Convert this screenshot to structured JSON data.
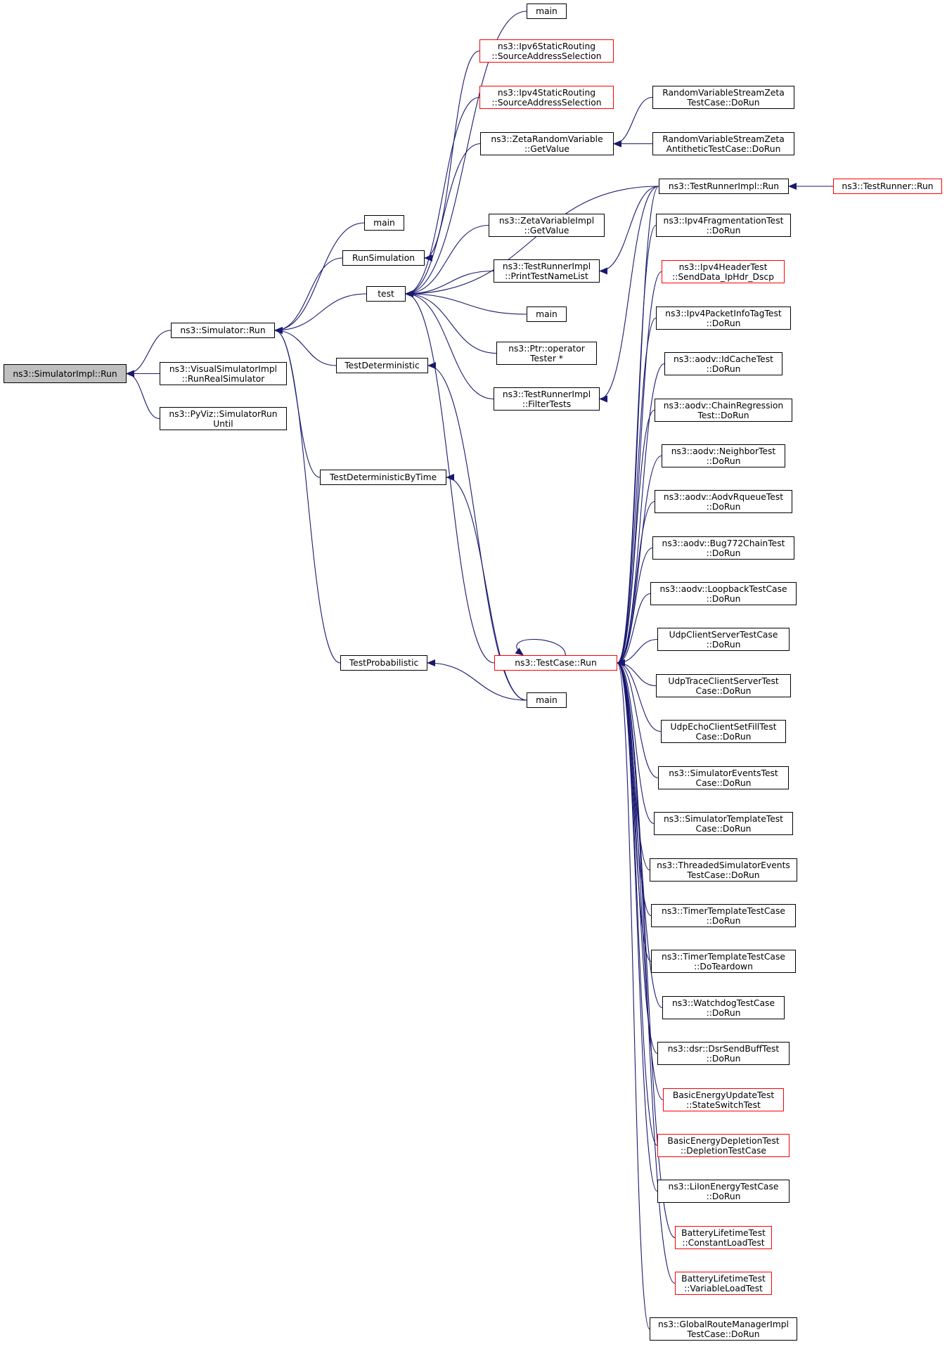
{
  "diagram": {
    "colors": {
      "edge": "#191970",
      "node_border": "#000000",
      "node_border_external": "#ff0000",
      "root_fill": "#bfbfbf",
      "text": "#000000"
    },
    "nodes": [
      {
        "id": "root",
        "l1": "ns3::SimulatorImpl::Run",
        "l2": "",
        "root": true
      },
      {
        "id": "sim_run",
        "l1": "ns3::Simulator::Run",
        "l2": ""
      },
      {
        "id": "visual",
        "l1": "ns3::VisualSimulatorImpl",
        "l2": "::RunRealSimulator"
      },
      {
        "id": "pyviz",
        "l1": "ns3::PyViz::SimulatorRun",
        "l2": "Until"
      },
      {
        "id": "main1",
        "l1": "main",
        "l2": ""
      },
      {
        "id": "runsim",
        "l1": "RunSimulation",
        "l2": ""
      },
      {
        "id": "test",
        "l1": "test",
        "l2": ""
      },
      {
        "id": "testdet",
        "l1": "TestDeterministic",
        "l2": ""
      },
      {
        "id": "testdetbt",
        "l1": "TestDeterministicByTime",
        "l2": ""
      },
      {
        "id": "testprob",
        "l1": "TestProbabilistic",
        "l2": ""
      },
      {
        "id": "main_top",
        "l1": "main",
        "l2": ""
      },
      {
        "id": "ipv6sas",
        "l1": "ns3::Ipv6StaticRouting",
        "l2": "::SourceAddressSelection",
        "red": true
      },
      {
        "id": "ipv4sas",
        "l1": "ns3::Ipv4StaticRouting",
        "l2": "::SourceAddressSelection",
        "red": true
      },
      {
        "id": "zetarv",
        "l1": "ns3::ZetaRandomVariable",
        "l2": "::GetValue"
      },
      {
        "id": "zetavi",
        "l1": "ns3::ZetaVariableImpl",
        "l2": "::GetValue"
      },
      {
        "id": "trprint",
        "l1": "ns3::TestRunnerImpl",
        "l2": "::PrintTestNameList"
      },
      {
        "id": "main_mid",
        "l1": "main",
        "l2": ""
      },
      {
        "id": "ptr",
        "l1": "ns3::Ptr::operator",
        "l2": "Tester *"
      },
      {
        "id": "trfilter",
        "l1": "ns3::TestRunnerImpl",
        "l2": "::FilterTests"
      },
      {
        "id": "tcrun",
        "l1": "ns3::TestCase::Run",
        "l2": "",
        "red": true
      },
      {
        "id": "main_bot",
        "l1": "main",
        "l2": ""
      },
      {
        "id": "rvszeta",
        "l1": "RandomVariableStreamZeta",
        "l2": "TestCase::DoRun"
      },
      {
        "id": "rvszetaanti",
        "l1": "RandomVariableStreamZeta",
        "l2": "AntitheticTestCase::DoRun"
      },
      {
        "id": "trirun",
        "l1": "ns3::TestRunnerImpl::Run",
        "l2": ""
      },
      {
        "id": "trun",
        "l1": "ns3::TestRunner::Run",
        "l2": "",
        "red": true
      },
      {
        "id": "r1",
        "l1": "ns3::Ipv4FragmentationTest",
        "l2": "::DoRun"
      },
      {
        "id": "r2",
        "l1": "ns3::Ipv4HeaderTest",
        "l2": "::SendData_IpHdr_Dscp",
        "red": true
      },
      {
        "id": "r3",
        "l1": "ns3::Ipv4PacketInfoTagTest",
        "l2": "::DoRun"
      },
      {
        "id": "r4",
        "l1": "ns3::aodv::IdCacheTest",
        "l2": "::DoRun"
      },
      {
        "id": "r5",
        "l1": "ns3::aodv::ChainRegression",
        "l2": "Test::DoRun"
      },
      {
        "id": "r6",
        "l1": "ns3::aodv::NeighborTest",
        "l2": "::DoRun"
      },
      {
        "id": "r7",
        "l1": "ns3::aodv::AodvRqueueTest",
        "l2": "::DoRun"
      },
      {
        "id": "r8",
        "l1": "ns3::aodv::Bug772ChainTest",
        "l2": "::DoRun"
      },
      {
        "id": "r9",
        "l1": "ns3::aodv::LoopbackTestCase",
        "l2": "::DoRun"
      },
      {
        "id": "r10",
        "l1": "UdpClientServerTestCase",
        "l2": "::DoRun"
      },
      {
        "id": "r11",
        "l1": "UdpTraceClientServerTest",
        "l2": "Case::DoRun"
      },
      {
        "id": "r12",
        "l1": "UdpEchoClientSetFillTest",
        "l2": "Case::DoRun"
      },
      {
        "id": "r13",
        "l1": "ns3::SimulatorEventsTest",
        "l2": "Case::DoRun"
      },
      {
        "id": "r14",
        "l1": "ns3::SimulatorTemplateTest",
        "l2": "Case::DoRun"
      },
      {
        "id": "r15",
        "l1": "ns3::ThreadedSimulatorEvents",
        "l2": "TestCase::DoRun"
      },
      {
        "id": "r16",
        "l1": "ns3::TimerTemplateTestCase",
        "l2": "::DoRun"
      },
      {
        "id": "r17",
        "l1": "ns3::TimerTemplateTestCase",
        "l2": "::DoTeardown"
      },
      {
        "id": "r18",
        "l1": "ns3::WatchdogTestCase",
        "l2": "::DoRun"
      },
      {
        "id": "r19",
        "l1": "ns3::dsr::DsrSendBuffTest",
        "l2": "::DoRun"
      },
      {
        "id": "r20",
        "l1": "BasicEnergyUpdateTest",
        "l2": "::StateSwitchTest",
        "red": true
      },
      {
        "id": "r21",
        "l1": "BasicEnergyDepletionTest",
        "l2": "::DepletionTestCase",
        "red": true
      },
      {
        "id": "r22",
        "l1": "ns3::LiIonEnergyTestCase",
        "l2": "::DoRun"
      },
      {
        "id": "r23",
        "l1": "BatteryLifetimeTest",
        "l2": "::ConstantLoadTest",
        "red": true
      },
      {
        "id": "r24",
        "l1": "BatteryLifetimeTest",
        "l2": "::VariableLoadTest",
        "red": true
      },
      {
        "id": "r25",
        "l1": "ns3::GlobalRouteManagerImpl",
        "l2": "TestCase::DoRun"
      }
    ],
    "edges": [
      [
        "sim_run",
        "root"
      ],
      [
        "visual",
        "root"
      ],
      [
        "pyviz",
        "root"
      ],
      [
        "main1",
        "sim_run"
      ],
      [
        "runsim",
        "sim_run"
      ],
      [
        "test",
        "sim_run"
      ],
      [
        "testdet",
        "sim_run"
      ],
      [
        "testdetbt",
        "sim_run"
      ],
      [
        "testprob",
        "sim_run"
      ],
      [
        "ipv6sas",
        "runsim"
      ],
      [
        "main_top",
        "test"
      ],
      [
        "ipv4sas",
        "test"
      ],
      [
        "zetarv",
        "test"
      ],
      [
        "zetavi",
        "test"
      ],
      [
        "trprint",
        "test"
      ],
      [
        "main_mid",
        "test"
      ],
      [
        "ptr",
        "test"
      ],
      [
        "trfilter",
        "test"
      ],
      [
        "tcrun",
        "test"
      ],
      [
        "trirun",
        "test"
      ],
      [
        "main_bot",
        "testdet"
      ],
      [
        "main_bot",
        "testdetbt"
      ],
      [
        "main_bot",
        "testprob"
      ],
      [
        "rvszeta",
        "zetarv"
      ],
      [
        "rvszetaanti",
        "zetarv"
      ],
      [
        "trun",
        "trirun"
      ],
      [
        "trirun",
        "trprint"
      ],
      [
        "trirun",
        "trfilter"
      ],
      [
        "tcrun",
        "tcrun"
      ],
      [
        "trirun",
        "tcrun"
      ],
      [
        "r1",
        "tcrun"
      ],
      [
        "r2",
        "tcrun"
      ],
      [
        "r3",
        "tcrun"
      ],
      [
        "r4",
        "tcrun"
      ],
      [
        "r5",
        "tcrun"
      ],
      [
        "r6",
        "tcrun"
      ],
      [
        "r7",
        "tcrun"
      ],
      [
        "r8",
        "tcrun"
      ],
      [
        "r9",
        "tcrun"
      ],
      [
        "r10",
        "tcrun"
      ],
      [
        "r11",
        "tcrun"
      ],
      [
        "r12",
        "tcrun"
      ],
      [
        "r13",
        "tcrun"
      ],
      [
        "r14",
        "tcrun"
      ],
      [
        "r15",
        "tcrun"
      ],
      [
        "r16",
        "tcrun"
      ],
      [
        "r17",
        "tcrun"
      ],
      [
        "r18",
        "tcrun"
      ],
      [
        "r19",
        "tcrun"
      ],
      [
        "r20",
        "tcrun"
      ],
      [
        "r21",
        "tcrun"
      ],
      [
        "r22",
        "tcrun"
      ],
      [
        "r23",
        "tcrun"
      ],
      [
        "r24",
        "tcrun"
      ],
      [
        "r25",
        "tcrun"
      ]
    ]
  }
}
